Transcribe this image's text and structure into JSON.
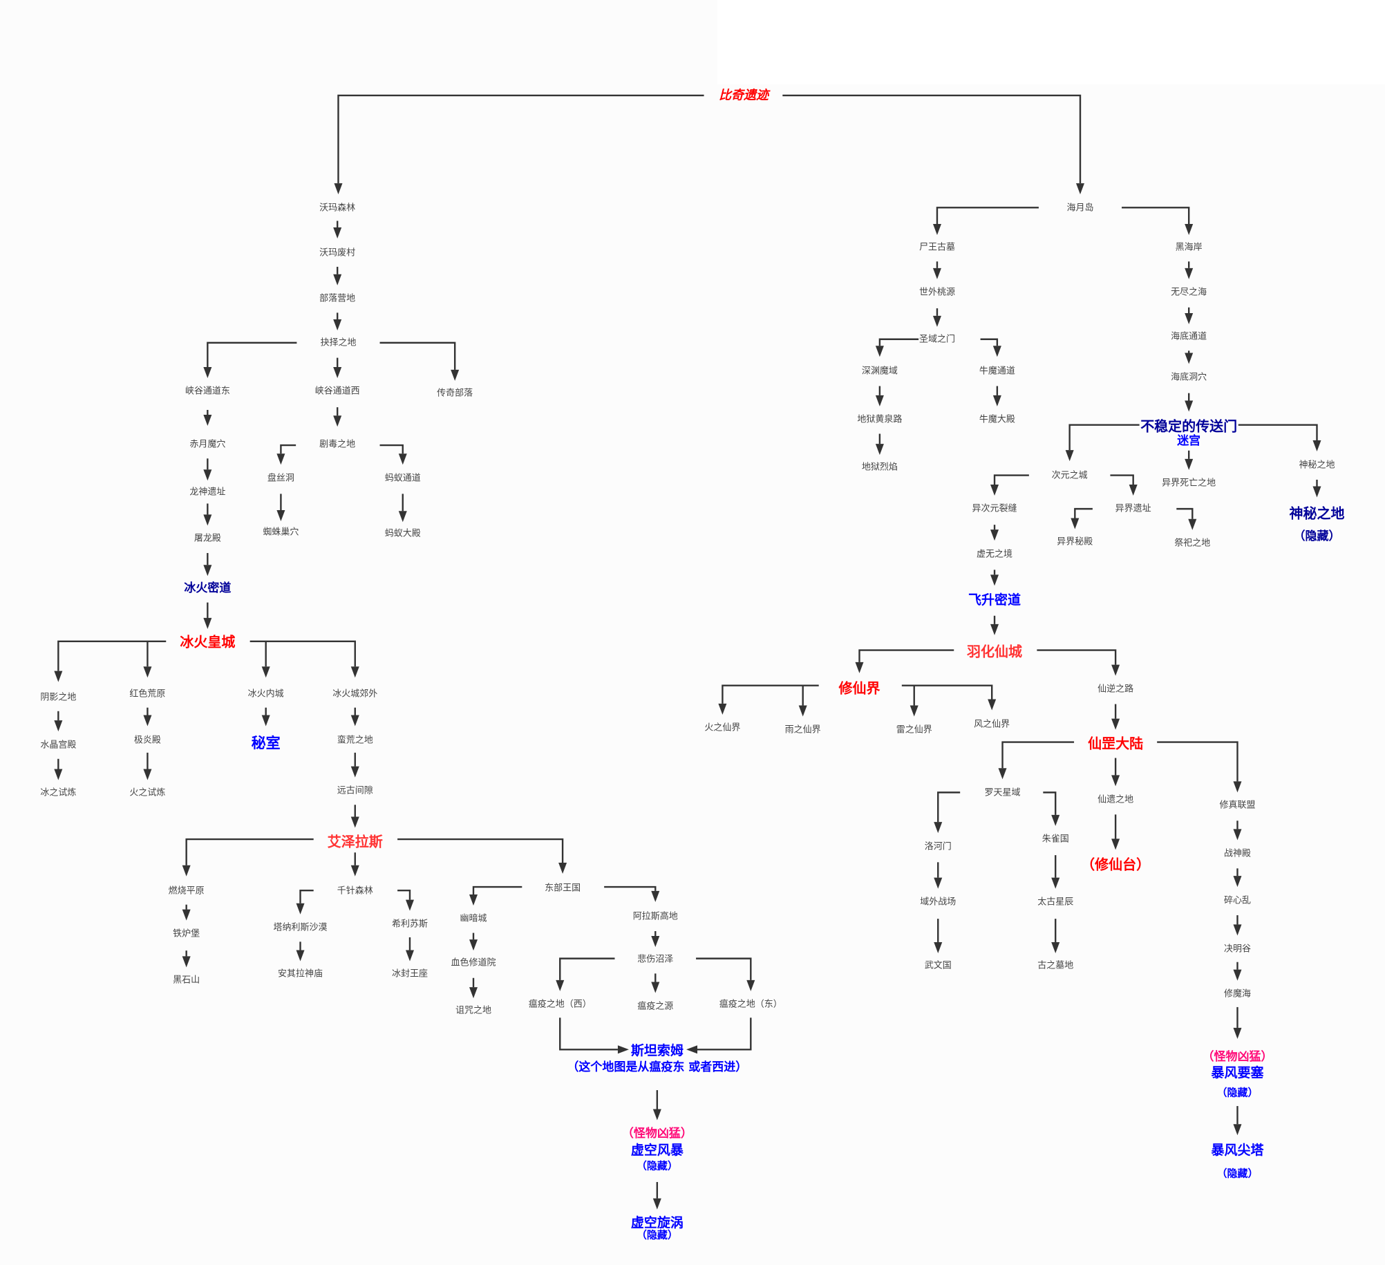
{
  "colors": {
    "red": "#ff0000",
    "red2": "#ff3333",
    "navy": "#000099",
    "blue": "#0000ff",
    "pink": "#ff0a78",
    "line": "#333333",
    "text": "#444444"
  },
  "nodes": [
    "比奇遗迹",
    "沃玛森林",
    "沃玛废村",
    "部落营地",
    "抉择之地",
    "峡谷通道东",
    "峡谷通道西",
    "传奇部落",
    "赤月魔穴",
    "剧毒之地",
    "盘丝洞",
    "蜘蛛巢穴",
    "蚂蚁通道",
    "蚂蚁大殿",
    "龙神遗址",
    "屠龙殿",
    "冰火密道",
    "冰火皇城",
    "阴影之地",
    "水晶宫殿",
    "冰之试炼",
    "红色荒原",
    "极炎殿",
    "火之试炼",
    "冰火内城",
    "秘室",
    "冰火城郊外",
    "蛮荒之地",
    "远古间隙",
    "艾泽拉斯",
    "燃烧平原",
    "铁炉堡",
    "黑石山",
    "千针森林",
    "塔纳利斯沙漠",
    "安其拉神庙",
    "希利苏斯",
    "冰封王座",
    "东部王国",
    "幽暗城",
    "血色修道院",
    "诅咒之地",
    "阿拉斯高地",
    "悲伤沼泽",
    "瘟疫之地（西）",
    "瘟疫之源",
    "瘟疫之地（东）",
    "斯坦索姆",
    "（这个地图是从瘟疫东 或者西进）",
    "（怪物凶猛）",
    "虚空风暴",
    "（隐藏）",
    "虚空旋涡",
    "（隐藏）",
    "海月岛",
    "尸王古墓",
    "世外桃源",
    "圣域之门",
    "深渊魔域",
    "地狱黄泉路",
    "地狱烈焰",
    "牛魔通道",
    "牛魔大殿",
    "黑海岸",
    "无尽之海",
    "海底通道",
    "海底洞穴",
    "不稳定的传送门",
    "迷宫",
    "次元之城",
    "异界死亡之地",
    "神秘之地",
    "神秘之地",
    "（隐藏）",
    "异次元裂缝",
    "虚无之境",
    "飞升密道",
    "羽化仙城",
    "异界遗址",
    "异界秘殿",
    "祭祀之地",
    "修仙界",
    "火之仙界",
    "雨之仙界",
    "雷之仙界",
    "风之仙界",
    "仙逆之路",
    "仙罡大陆",
    "罗天星域",
    "洛河门",
    "域外战场",
    "武文国",
    "朱雀国",
    "太古星辰",
    "古之墓地",
    "仙遗之地",
    "（修仙台）",
    "修真联盟",
    "战神殿",
    "碎心乱",
    "决明谷",
    "修魔海",
    "（怪物凶猛）",
    "暴风要塞",
    "（隐藏）",
    "暴风尖塔",
    "（隐藏）"
  ]
}
